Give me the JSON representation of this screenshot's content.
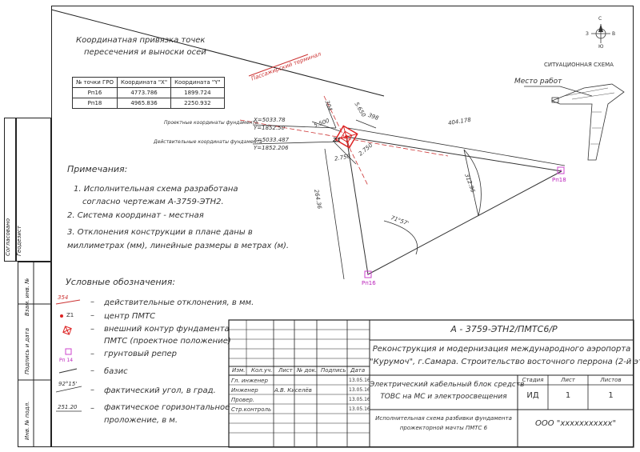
{
  "coord_table": {
    "title_line1": "Координатная привязка точек",
    "title_line2": "пересечения и выноски осей",
    "headers": [
      "№ точки ГРО",
      "Координата \"X\"",
      "Координата \"Y\""
    ],
    "rows": [
      [
        "Рп16",
        "4773.786",
        "1899.724"
      ],
      [
        "Рп18",
        "4965.836",
        "2250.932"
      ]
    ]
  },
  "drawing": {
    "terminal_label": "Пассажирский терминал",
    "design_coords_label": "Проектные координаты фундамента",
    "design_x": "Х=5033.78",
    "design_y": "Y=1852.50",
    "actual_coords_label": "Действительные координаты фундамента",
    "actual_x": "Х=5033.487",
    "actual_y": "Y=1852.206",
    "z1": "Z1",
    "dim_404": "404.178",
    "dim_5500": "5.500",
    "dim_5650": "5.650",
    "dim_2750": "2.750",
    "dim_2750b": "2.750",
    "dim_304": "304",
    "dim_398": "398",
    "dim_312": "312.96",
    "dim_264": "264.36",
    "angle": "71°57'",
    "rp16": "Рп16",
    "rp18": "Рп18"
  },
  "situation": {
    "title": "СИТУАЦИОННАЯ СХЕМА",
    "place_label": "Место работ",
    "compass": "С",
    "compass_w": "З",
    "compass_e": "В",
    "compass_s": "Ю"
  },
  "notes": {
    "heading": "Примечания:",
    "items": [
      "1. Исполнительная схема разработана",
      "согласно чертежам   А-3759-ЭТН2.",
      "2. Система координат - местная",
      "3. Отклонения конструкции в плане даны в",
      "миллиметрах (мм), линейные размеры в метрах (м)."
    ]
  },
  "legend": {
    "heading": "Условные обозначения:",
    "sym_dev": "354",
    "sym_z1": "Z1",
    "sym_rp": "Рп 14",
    "sym_angle": "92°15'",
    "sym_len": "251.20",
    "items": [
      "действительные отклонения, в мм.",
      "центр ПМТС",
      "внешний контур фундамента",
      "ПМТС (проектное положение)",
      "грунтовый репер",
      "базис",
      "фактический угол, в град.",
      "фактическое горизонтальное",
      "проложение, в м."
    ]
  },
  "side_stamp": [
    "Согласовано",
    "Геодезист",
    "Взам. инв. №",
    "Подпись и дата",
    "Инв. № подл."
  ],
  "stamp": {
    "code": "А - 3759-ЭТН2/ПМТС6/Р",
    "project_line1": "Реконструкция и модернизация международного аэропорта",
    "project_line2": "\"Курумоч\", г.Самара. Строительство восточного перрона (2-й этап).",
    "object_line1": "Электрический кабельный блок средств",
    "object_line2": "ТОВС на МС и электроосвещения",
    "sheet_title_line1": "Исполнительная схема разбивки фундамента",
    "sheet_title_line2": "прожекторной мачты ПМТС 6",
    "stage_header": "Стадия",
    "sheet_header": "Лист",
    "sheets_header": "Листов",
    "stage": "ИД",
    "sheet": "1",
    "sheets": "1",
    "org": "ООО \"ххххххххххх\"",
    "col_headers": [
      "Изм.",
      "Кол.уч.",
      "Лист",
      "№ док.",
      "Подпись",
      "Дата"
    ],
    "roles": [
      {
        "role": "Гл. инженер",
        "name": "",
        "date": "13.05.16"
      },
      {
        "role": "Инженер",
        "name": "А.В. Киселёв",
        "date": "13.05.16"
      },
      {
        "role": "Провер.",
        "name": "",
        "date": "13.05.16"
      },
      {
        "role": "Стр.контроль",
        "name": "",
        "date": "13.05.16"
      }
    ]
  }
}
